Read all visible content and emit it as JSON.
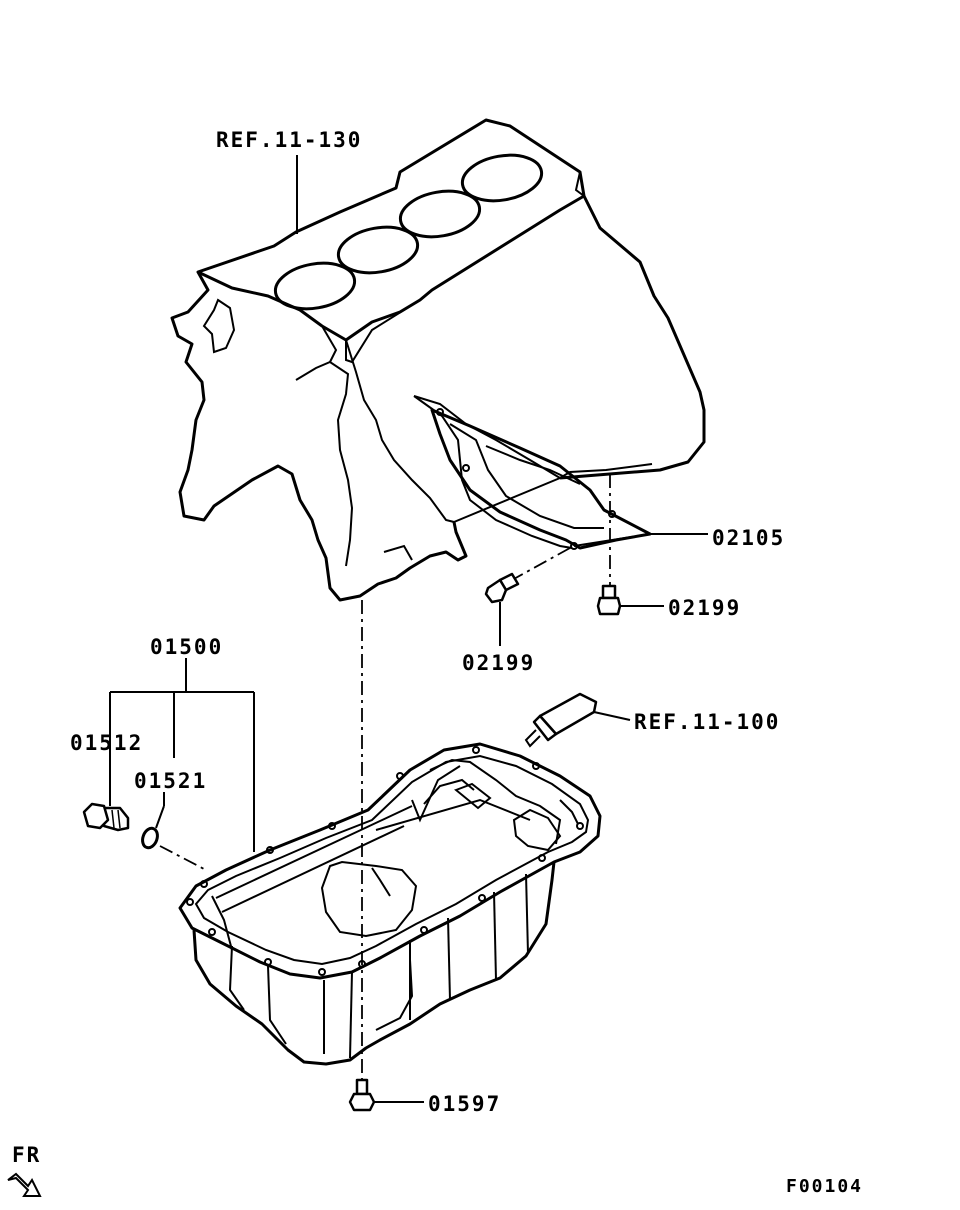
{
  "labels": {
    "ref_engine_block": "REF.11-130",
    "ref_sealant": "REF.11-100",
    "oil_pan_assembly": "01500",
    "drain_plug": "01512",
    "drain_gasket": "01521",
    "pan_bolt": "01597",
    "rear_plate": "02105",
    "plate_bolt_right": "02199",
    "plate_bolt_left": "02199",
    "front_indicator": "FR",
    "figure_code": "F00104"
  }
}
